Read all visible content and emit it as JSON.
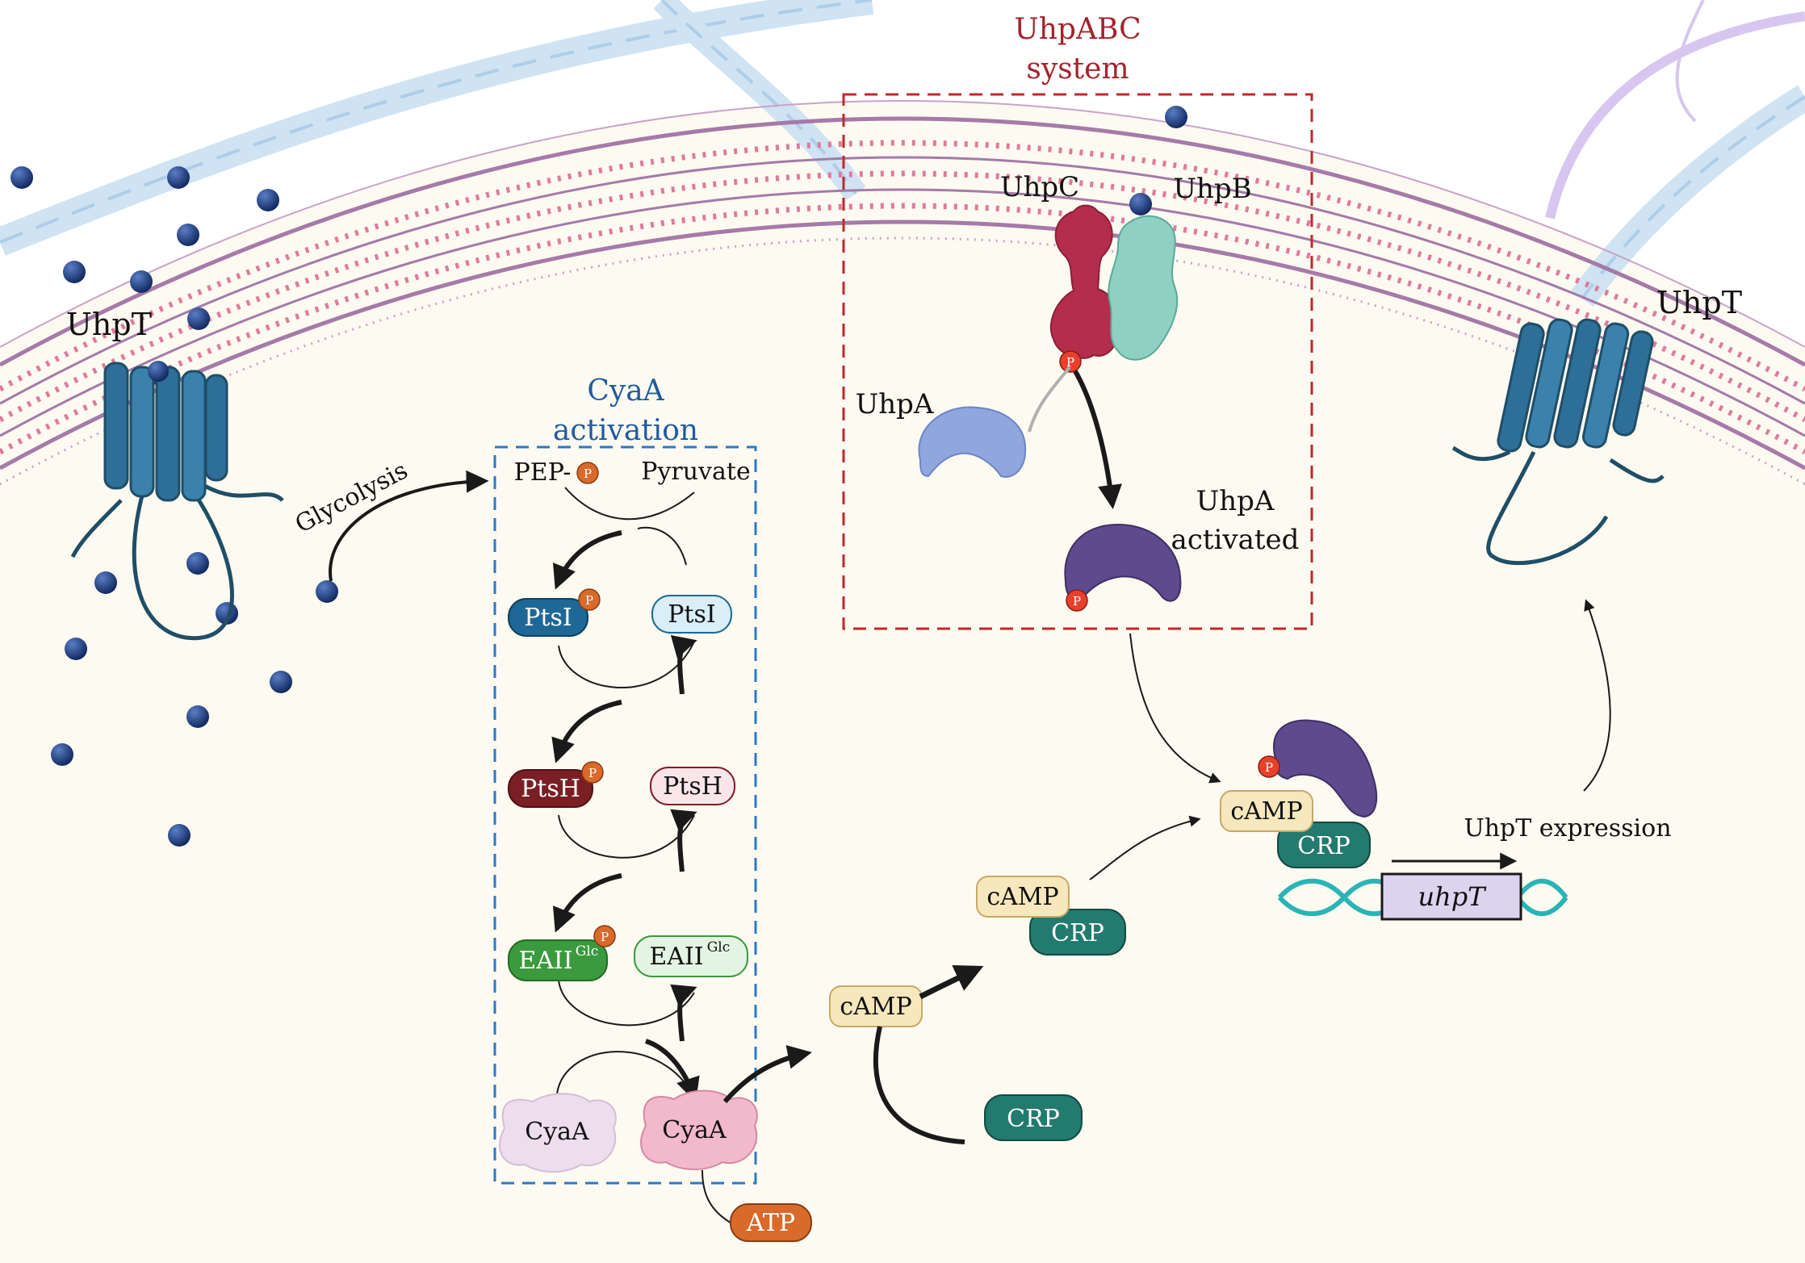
{
  "labels": {
    "uhpt_left": "UhpT",
    "uhpt_right": "UhpT",
    "glycolysis": "Glycolysis",
    "uhpabc_line1": "UhpABC",
    "uhpabc_line2": "system",
    "uhpc": "UhpC",
    "uhpb": "UhpB",
    "uhpa": "UhpA",
    "uhpa_activated_line1": "UhpA",
    "uhpa_activated_line2": "activated",
    "cyaa_act_line1": "CyaA",
    "cyaa_act_line2": "activation",
    "pep": "PEP-",
    "pyruvate": "Pyruvate",
    "ptsi_p": "PtsI",
    "ptsi": "PtsI",
    "ptsh_p": "PtsH",
    "ptsh": "PtsH",
    "eaii_p": "EAII",
    "eaii": "EAII",
    "glc_sup": "Glc",
    "cyaa_inactive": "CyaA",
    "cyaa_active": "CyaA",
    "atp": "ATP",
    "camp_1": "cAMP",
    "camp_2": "cAMP",
    "camp_3": "cAMP",
    "crp_free": "CRP",
    "crp_complex": "CRP",
    "crp_dna": "CRP",
    "uhpt_expression": "UhpT expression",
    "uhpt_gene": "uhpT",
    "phospho": "P"
  },
  "colors": {
    "cytoplasm": "#fdfaf1",
    "membrane_lipid": "#a57aa8",
    "membrane_head": "#e07a9d",
    "uhpabc_box": "#c0282b",
    "cyaa_box": "#2a79c9",
    "uhpabc_title": "#a3232b",
    "cyaa_title": "#1f5b9e",
    "ptsi_p": "#1d6896",
    "ptsi": "#d9eef7",
    "ptsh_p": "#7a1f24",
    "ptsh": "#fae6ea",
    "eaii_p": "#3a9a3d",
    "eaii": "#e4f4e3",
    "camp": "#f6e7bc",
    "crp": "#237a6f",
    "atp": "#d86a2c",
    "uhpt_protein": "#2d6f99",
    "uhpc": "#b52d4c",
    "uhpb": "#8fd1c1",
    "uhpa": "#90a6dd",
    "uhpa_activated": "#5e4a8c",
    "dna": "#29b4b7",
    "gene_box": "#dcd4ef",
    "glucose6p": "#1f4687"
  }
}
